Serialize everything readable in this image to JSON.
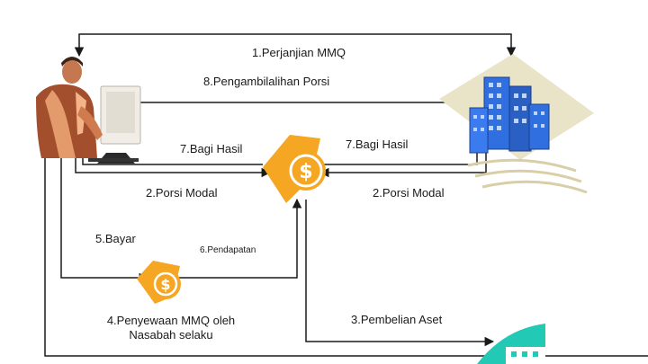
{
  "colors": {
    "line": "#1a1a1a",
    "coin_gold": "#f5a623",
    "coin_face": "#ffffff",
    "building_blue": "#2f6fe0",
    "building_bg": "#e9e3c8",
    "teal": "#22c9b5"
  },
  "icons": {
    "person": "businessman-at-computer-icon",
    "bank": "office-building-icon",
    "coin_main": "dollar-coin-icon",
    "coin_small": "dollar-coin-icon",
    "asset": "building-asset-icon"
  },
  "labels": {
    "step1": "1.Perjanjian MMQ",
    "step8": "8.Pengambilalihan Porsi",
    "step7_left": "7.Bagi Hasil",
    "step7_right": "7.Bagi Hasil",
    "step2_left": "2.Porsi Modal",
    "step2_right": "2.Porsi Modal",
    "step5": "5.Bayar",
    "step6": "6.Pendapatan",
    "step4_line1": "4.Penyewaan MMQ oleh",
    "step4_line2": "Nasabah selaku",
    "step3": "3.Pembelian Aset"
  }
}
